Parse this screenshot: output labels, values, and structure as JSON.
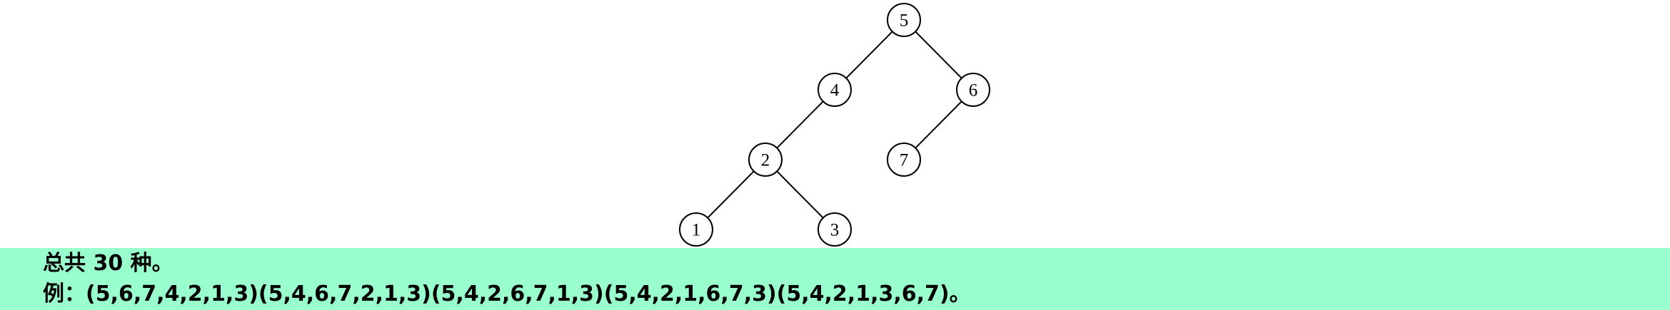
{
  "colors": {
    "band_background": "#99ffcc",
    "node_fill": "#ffffff",
    "stroke": "#000000",
    "text": "#000000"
  },
  "tree": {
    "root": "5",
    "nodes": [
      "5",
      "4",
      "6",
      "2",
      "7",
      "1",
      "3"
    ],
    "edges": [
      [
        "5",
        "4"
      ],
      [
        "5",
        "6"
      ],
      [
        "4",
        "2"
      ],
      [
        "6",
        "7"
      ],
      [
        "2",
        "1"
      ],
      [
        "2",
        "3"
      ]
    ],
    "children_side": {
      "4": "left",
      "6": "right",
      "2": "left",
      "7": "left",
      "1": "left",
      "3": "right"
    }
  },
  "answer": {
    "total_line": "总共 30 种。",
    "example_line": "例：(5,6,7,4,2,1,3)(5,4,6,7,2,1,3)(5,4,2,6,7,1,3)(5,4,2,1,6,7,3)(5,4,2,1,3,6,7)。"
  }
}
